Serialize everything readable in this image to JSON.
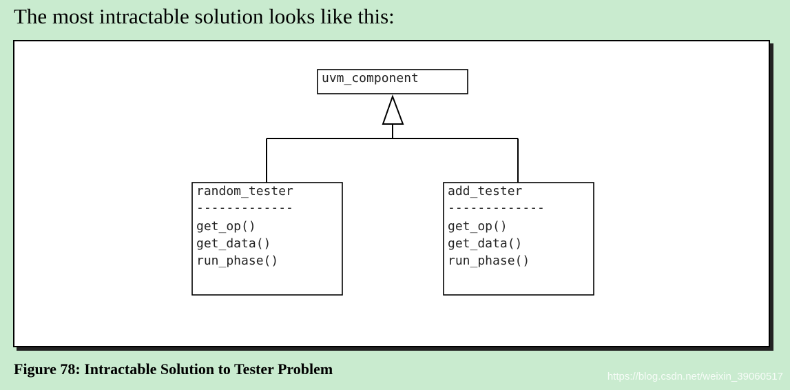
{
  "intro": {
    "text": "The most intractable solution looks like this:"
  },
  "diagram": {
    "base_class": {
      "name": "uvm_component"
    },
    "classes": [
      {
        "name": "random_tester",
        "separator": "-------------",
        "methods": [
          "get_op()",
          "get_data()",
          "run_phase()"
        ]
      },
      {
        "name": "add_tester",
        "separator": "-------------",
        "methods": [
          "get_op()",
          "get_data()",
          "run_phase()"
        ]
      }
    ]
  },
  "caption": {
    "text": "Figure 78: Intractable Solution to Tester Problem"
  },
  "watermark": {
    "text": "https://blog.csdn.net/weixin_39060517"
  }
}
